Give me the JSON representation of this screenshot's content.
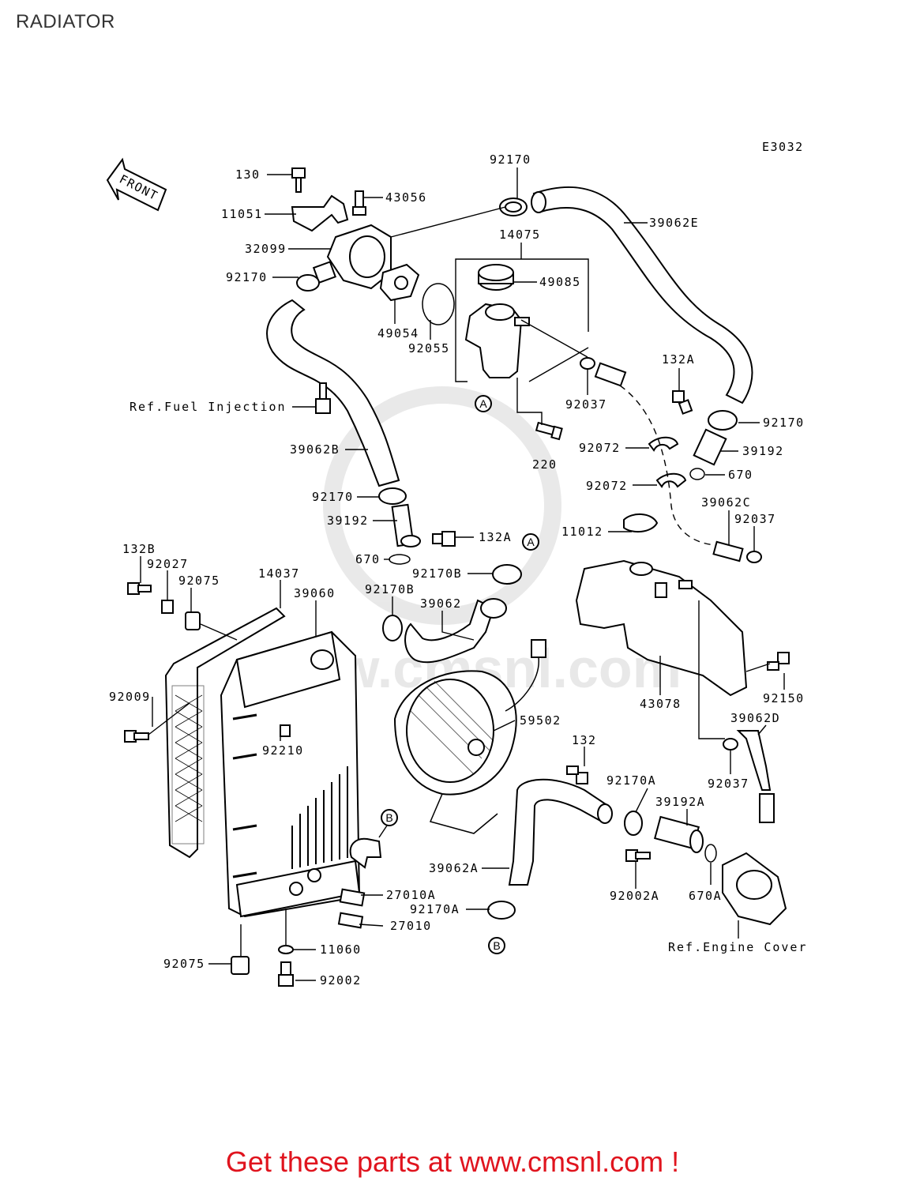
{
  "page": {
    "title": "RADIATOR"
  },
  "diagram": {
    "code": "E3032",
    "front_label": "FRONT",
    "watermark": "www.cmsnl.com",
    "callouts": {
      "p130": "130",
      "p11051": "11051",
      "p43056": "43056",
      "p32099": "32099",
      "p92170_a": "92170",
      "p92170_top": "92170",
      "p14075": "14075",
      "p39062E": "39062E",
      "p49085": "49085",
      "p49054": "49054",
      "p92055": "92055",
      "p92037_a": "92037",
      "p132A_a": "132A",
      "p92170_b": "92170",
      "p39192_a": "39192",
      "p670_a": "670",
      "p220": "220",
      "p92072_a": "92072",
      "p92072_b": "92072",
      "p39062B": "39062B",
      "p92170_c": "92170",
      "p39192_b": "39192",
      "p132A_b": "132A",
      "p670_b": "670",
      "p92170B_a": "92170B",
      "p92170B_b": "92170B",
      "p39062": "39062",
      "p39062C": "39062C",
      "p92037_b": "92037",
      "p11012": "11012",
      "p132B": "132B",
      "p92027": "92027",
      "p92075_a": "92075",
      "p14037": "14037",
      "p39060": "39060",
      "p92009": "92009",
      "p92210": "92210",
      "p59502": "59502",
      "p132": "132",
      "p43078": "43078",
      "p92150": "92150",
      "p39062D": "39062D",
      "p92037_c": "92037",
      "p92170A_a": "92170A",
      "p39192A": "39192A",
      "p92002A": "92002A",
      "p670A": "670A",
      "p39062A": "39062A",
      "p27010A": "27010A",
      "p92170A_b": "92170A",
      "p27010": "27010",
      "p11060": "11060",
      "p92075_b": "92075",
      "p92002": "92002"
    },
    "refs": {
      "fuel_injection": "Ref.Fuel Injection",
      "engine_cover": "Ref.Engine Cover"
    },
    "markers": {
      "A": "A",
      "B": "B"
    }
  },
  "footer": {
    "cta": "Get these parts at www.cmsnl.com !",
    "cta_color": "#e0141e"
  }
}
